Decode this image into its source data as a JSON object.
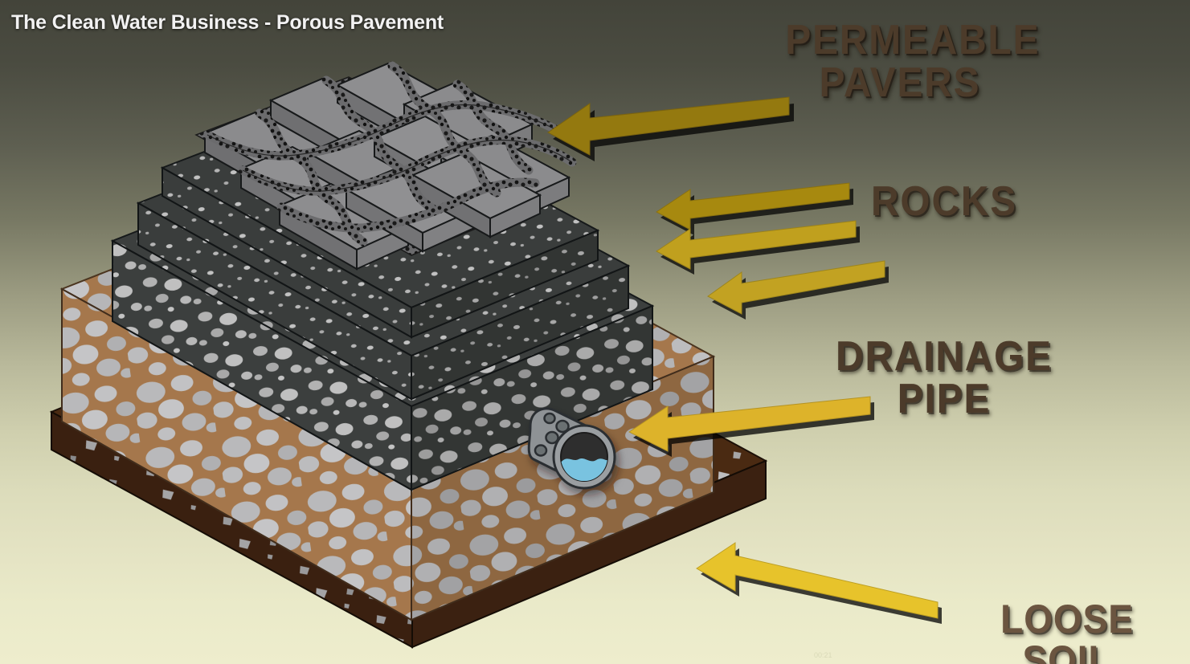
{
  "title": "The Clean Water Business - Porous Pavement",
  "timestamp": "00:21",
  "colors": {
    "title_text": "#f2f2f2",
    "label_text": "#4c3b2a",
    "label_text_soil": "#6b5540",
    "arrow_gold_dark": "#94790f",
    "arrow_gold": "#c0a01e",
    "arrow_gold_bright": "#ddb32a",
    "arrow_yellow": "#e7c32b",
    "background_top": "#43443a",
    "background_bottom": "#eeedcd",
    "paver_top": "#8d8d8f",
    "paver_side": "#6e6e70",
    "joint_aggregate": "#2b2b2b",
    "rock_layer_dark": "#3a3d3c",
    "rock_layer_face": "#4a4d4b",
    "aggregate_stone": "#b4b4b4",
    "gravel_tan": "#a9norm",
    "gravel_tan_top": "#b08258",
    "gravel_tan_face": "#8f6a47",
    "soil_brown": "#4a2a12",
    "soil_brown_face": "#3a2010",
    "pipe_body": "#8e9295",
    "pipe_ring": "#7e8285",
    "pipe_interior": "#2e2e2e",
    "pipe_water": "#79c3e0"
  },
  "labels": [
    {
      "id": "permeable-pavers",
      "text": "PERMEABLE\nPAVERS",
      "layer": "pavers"
    },
    {
      "id": "rocks",
      "text": "ROCKS",
      "layer": "rocks"
    },
    {
      "id": "drainage-pipe",
      "text": "DRAINAGE\nPIPE",
      "layer": "pipe"
    },
    {
      "id": "loose-soil",
      "text": "LOOSE SOIL",
      "layer": "soil"
    }
  ],
  "arrows": [
    {
      "id": "arrow-pavers",
      "points_to": "permeable-pavers",
      "direction": "left",
      "color": "#94790f"
    },
    {
      "id": "arrow-rocks-1",
      "points_to": "rocks",
      "direction": "left",
      "color": "#a7890f"
    },
    {
      "id": "arrow-rocks-2",
      "points_to": "rocks",
      "direction": "left",
      "color": "#c0a01e"
    },
    {
      "id": "arrow-rocks-3",
      "points_to": "rocks",
      "direction": "left",
      "color": "#c2a222"
    },
    {
      "id": "arrow-drainage",
      "points_to": "drainage-pipe",
      "direction": "left",
      "color": "#ddb32a"
    },
    {
      "id": "arrow-soil",
      "points_to": "loose-soil",
      "direction": "left",
      "color": "#e7c32b"
    }
  ],
  "layers": [
    {
      "id": "pavers",
      "name": "Permeable pavers",
      "description": "Interlocking gray concrete paver blocks with aggregate-filled joints"
    },
    {
      "id": "bedding",
      "name": "Bedding aggregate",
      "description": "Thin dark layer of fine stone chips beneath pavers"
    },
    {
      "id": "rocks",
      "name": "Rocks / open-graded base",
      "description": "Dark base course of clean crushed stone"
    },
    {
      "id": "subbase",
      "name": "Gravel subbase",
      "description": "Tan layer with large rounded stones"
    },
    {
      "id": "soil",
      "name": "Loose soil",
      "description": "Dark brown subgrade soil with scattered stone fragments"
    }
  ],
  "pipe": {
    "name": "Perforated drainage pipe",
    "holes": 4,
    "water_visible": true
  }
}
